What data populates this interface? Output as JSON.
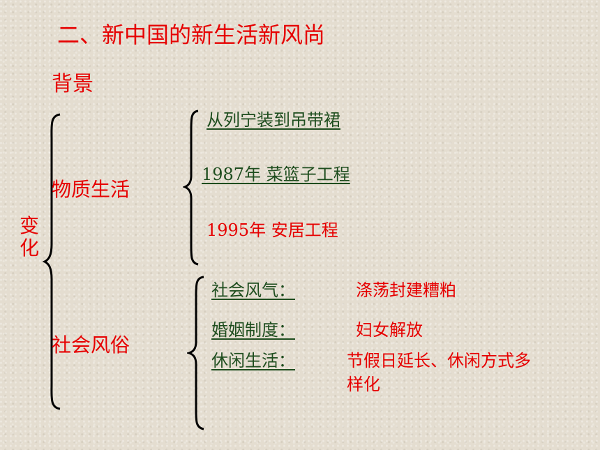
{
  "title": "二、新中国的新生活新风尚",
  "background_label": "背景",
  "change_label_1": "变",
  "change_label_2": "化",
  "categories": {
    "material": "物质生活",
    "social": "社会风俗"
  },
  "material_items": {
    "item1": "从列宁装到吊带裙",
    "item2": "1987年  菜篮子工程",
    "item3": "1995年  安居工程"
  },
  "social_items": {
    "customs_label": "社会风气：",
    "customs_value": "涤荡封建糟粕",
    "marriage_label": "婚姻制度：",
    "marriage_value": "妇女解放",
    "leisure_label": "休闲生活：",
    "leisure_value_line1": "节假日延长、休闲方式多",
    "leisure_value_line2": "样化"
  },
  "colors": {
    "red_text": "#e60000",
    "green_text": "#1e4d1e",
    "background": "#e4ddd0"
  }
}
